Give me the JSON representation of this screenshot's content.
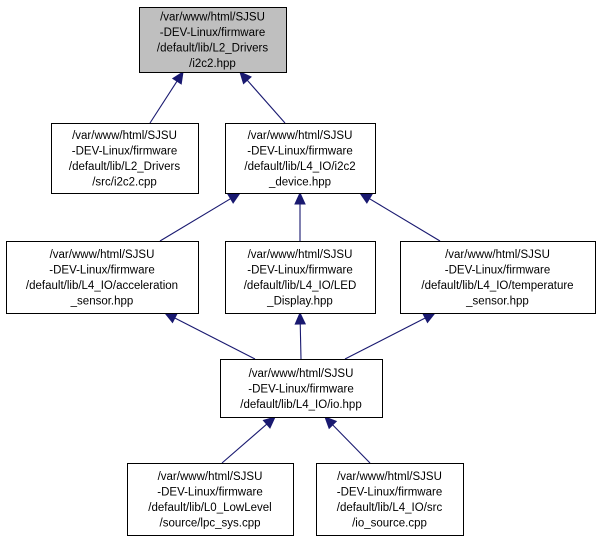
{
  "nodes": [
    {
      "id": "i2c2_hpp",
      "lines": [
        "/var/www/html/SJSU",
        "-DEV-Linux/firmware",
        "/default/lib/L2_Drivers",
        "/i2c2.hpp"
      ],
      "highlighted": true
    },
    {
      "id": "i2c2_cpp",
      "lines": [
        "/var/www/html/SJSU",
        "-DEV-Linux/firmware",
        "/default/lib/L2_Drivers",
        "/src/i2c2.cpp"
      ]
    },
    {
      "id": "i2c2_device_hpp",
      "lines": [
        "/var/www/html/SJSU",
        "-DEV-Linux/firmware",
        "/default/lib/L4_IO/i2c2",
        "_device.hpp"
      ]
    },
    {
      "id": "acceleration_sensor_hpp",
      "lines": [
        "/var/www/html/SJSU",
        "-DEV-Linux/firmware",
        "/default/lib/L4_IO/acceleration",
        "_sensor.hpp"
      ]
    },
    {
      "id": "led_display_hpp",
      "lines": [
        "/var/www/html/SJSU",
        "-DEV-Linux/firmware",
        "/default/lib/L4_IO/LED",
        "_Display.hpp"
      ]
    },
    {
      "id": "temperature_sensor_hpp",
      "lines": [
        "/var/www/html/SJSU",
        "-DEV-Linux/firmware",
        "/default/lib/L4_IO/temperature",
        "_sensor.hpp"
      ]
    },
    {
      "id": "io_hpp",
      "lines": [
        "/var/www/html/SJSU",
        "-DEV-Linux/firmware",
        "/default/lib/L4_IO/io.hpp"
      ]
    },
    {
      "id": "lpc_sys_cpp",
      "lines": [
        "/var/www/html/SJSU",
        "-DEV-Linux/firmware",
        "/default/lib/L0_LowLevel",
        "/source/lpc_sys.cpp"
      ]
    },
    {
      "id": "io_source_cpp",
      "lines": [
        "/var/www/html/SJSU",
        "-DEV-Linux/firmware",
        "/default/lib/L4_IO/src",
        "/io_source.cpp"
      ]
    }
  ],
  "edges": [
    {
      "from": "i2c2_cpp",
      "to": "i2c2_hpp"
    },
    {
      "from": "i2c2_device_hpp",
      "to": "i2c2_hpp"
    },
    {
      "from": "acceleration_sensor_hpp",
      "to": "i2c2_device_hpp"
    },
    {
      "from": "led_display_hpp",
      "to": "i2c2_device_hpp"
    },
    {
      "from": "temperature_sensor_hpp",
      "to": "i2c2_device_hpp"
    },
    {
      "from": "io_hpp",
      "to": "acceleration_sensor_hpp"
    },
    {
      "from": "io_hpp",
      "to": "led_display_hpp"
    },
    {
      "from": "io_hpp",
      "to": "temperature_sensor_hpp"
    },
    {
      "from": "lpc_sys_cpp",
      "to": "io_hpp"
    },
    {
      "from": "io_source_cpp",
      "to": "io_hpp"
    }
  ],
  "colors": {
    "edge": "#191970",
    "highlight_fill": "#bfbfbf",
    "node_fill": "#ffffff",
    "node_border": "#000000"
  }
}
